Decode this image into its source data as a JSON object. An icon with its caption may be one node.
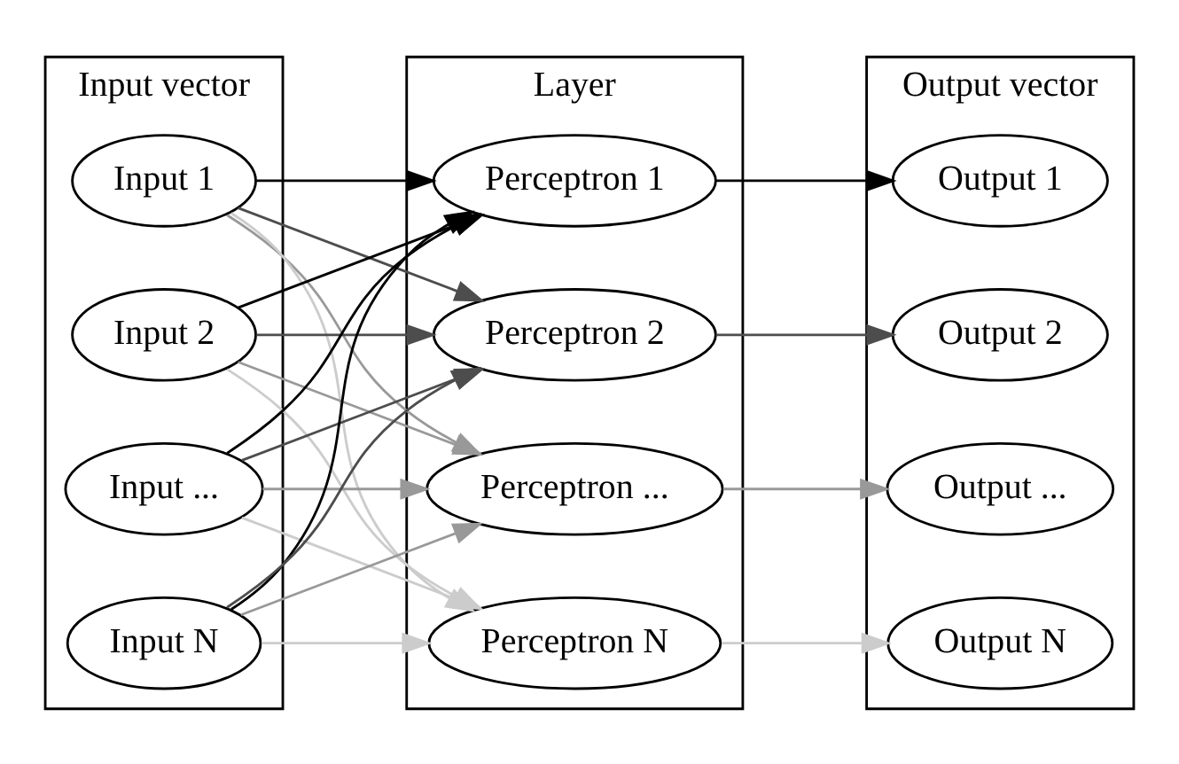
{
  "diagram": {
    "nodes": [
      {
        "text": [
          "Input vector"
        ]
      },
      {
        "text": [
          "Input 1"
        ],
        "in": 0
      },
      {
        "text": [
          "Input 2"
        ],
        "in": 0
      },
      {
        "text": [
          "Input ..."
        ],
        "in": 0
      },
      {
        "text": [
          "Input N"
        ],
        "in": 0
      },
      {
        "text": [
          "Layer"
        ]
      },
      {
        "text": [
          "Perceptron 1"
        ],
        "in": 5
      },
      {
        "text": [
          "Perceptron 2"
        ],
        "in": 5
      },
      {
        "text": [
          "Perceptron ..."
        ],
        "in": 5
      },
      {
        "text": [
          "Perceptron N"
        ],
        "in": 5
      },
      {
        "text": [
          "Output vector"
        ]
      },
      {
        "text": [
          "Output 1"
        ],
        "in": 10
      },
      {
        "text": [
          "Output 2"
        ],
        "in": 10
      },
      {
        "text": [
          "Output ..."
        ],
        "in": 10
      },
      {
        "text": [
          "Output N"
        ],
        "in": 10
      }
    ],
    "edges": [
      {
        "from": 1,
        "to": 6,
        "arrow": "to",
        "color": "#000000"
      },
      {
        "from": 1,
        "to": 7,
        "arrow": "to",
        "color": "#4d4d4d"
      },
      {
        "from": 1,
        "to": 8,
        "arrow": "to",
        "color": "#999999"
      },
      {
        "from": 1,
        "to": 9,
        "arrow": "to",
        "color": "#cccccc"
      },
      {
        "from": 2,
        "to": 6,
        "arrow": "to",
        "color": "#000000"
      },
      {
        "from": 2,
        "to": 7,
        "arrow": "to",
        "color": "#4d4d4d"
      },
      {
        "from": 2,
        "to": 8,
        "arrow": "to",
        "color": "#999999"
      },
      {
        "from": 2,
        "to": 9,
        "arrow": "to",
        "color": "#cccccc"
      },
      {
        "from": 3,
        "to": 6,
        "arrow": "to",
        "color": "#000000"
      },
      {
        "from": 3,
        "to": 7,
        "arrow": "to",
        "color": "#4d4d4d"
      },
      {
        "from": 3,
        "to": 8,
        "arrow": "to",
        "color": "#999999"
      },
      {
        "from": 3,
        "to": 9,
        "arrow": "to",
        "color": "#cccccc"
      },
      {
        "from": 4,
        "to": 6,
        "arrow": "to",
        "color": "#000000"
      },
      {
        "from": 4,
        "to": 7,
        "arrow": "to",
        "color": "#4d4d4d"
      },
      {
        "from": 4,
        "to": 8,
        "arrow": "to",
        "color": "#999999"
      },
      {
        "from": 4,
        "to": 9,
        "arrow": "to",
        "color": "#cccccc"
      },
      {
        "from": 6,
        "to": 11,
        "arrow": "to",
        "color": "#000000"
      },
      {
        "from": 7,
        "to": 12,
        "arrow": "to",
        "color": "#4d4d4d"
      },
      {
        "from": 8,
        "to": 13,
        "arrow": "to",
        "color": "#999999"
      },
      {
        "from": 9,
        "to": 14,
        "arrow": "to",
        "color": "#cccccc"
      }
    ]
  }
}
